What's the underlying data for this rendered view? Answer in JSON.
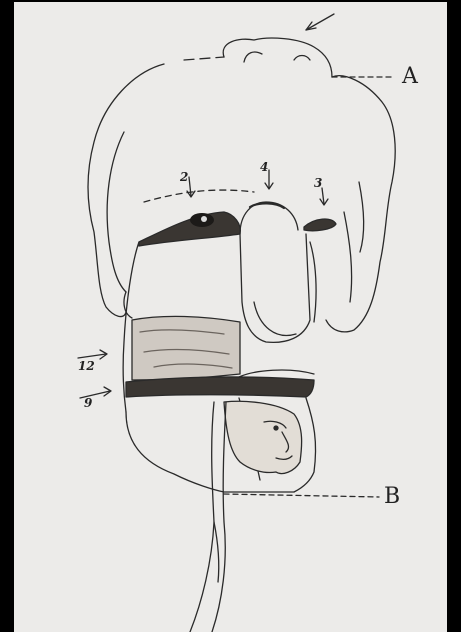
{
  "labels": {
    "A": "A",
    "B": "B",
    "n2": "2",
    "n3": "3",
    "n4": "4",
    "n9": "9",
    "n12": "12"
  },
  "colors": {
    "paper": "#ecebe9",
    "ink": "#2a2a2a",
    "frame": "#000000",
    "shade": "#3a3632"
  }
}
